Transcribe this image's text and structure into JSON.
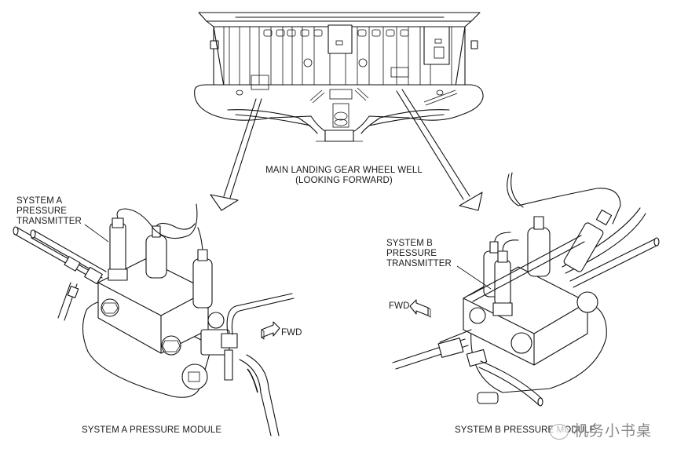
{
  "figure": {
    "overview_title_line1": "MAIN LANDING GEAR WHEEL WELL",
    "overview_title_line2": "(LOOKING FORWARD)",
    "left_callout": {
      "line1": "SYSTEM A",
      "line2": "PRESSURE",
      "line3": "TRANSMITTER"
    },
    "right_callout": {
      "line1": "SYSTEM B",
      "line2": "PRESSURE",
      "line3": "TRANSMITTER"
    },
    "left_fwd_label": "FWD",
    "right_fwd_label": "FWD",
    "left_caption": "SYSTEM A PRESSURE MODULE",
    "right_caption": "SYSTEM B PRESSURE MODULE",
    "watermark": "机务小书桌"
  }
}
